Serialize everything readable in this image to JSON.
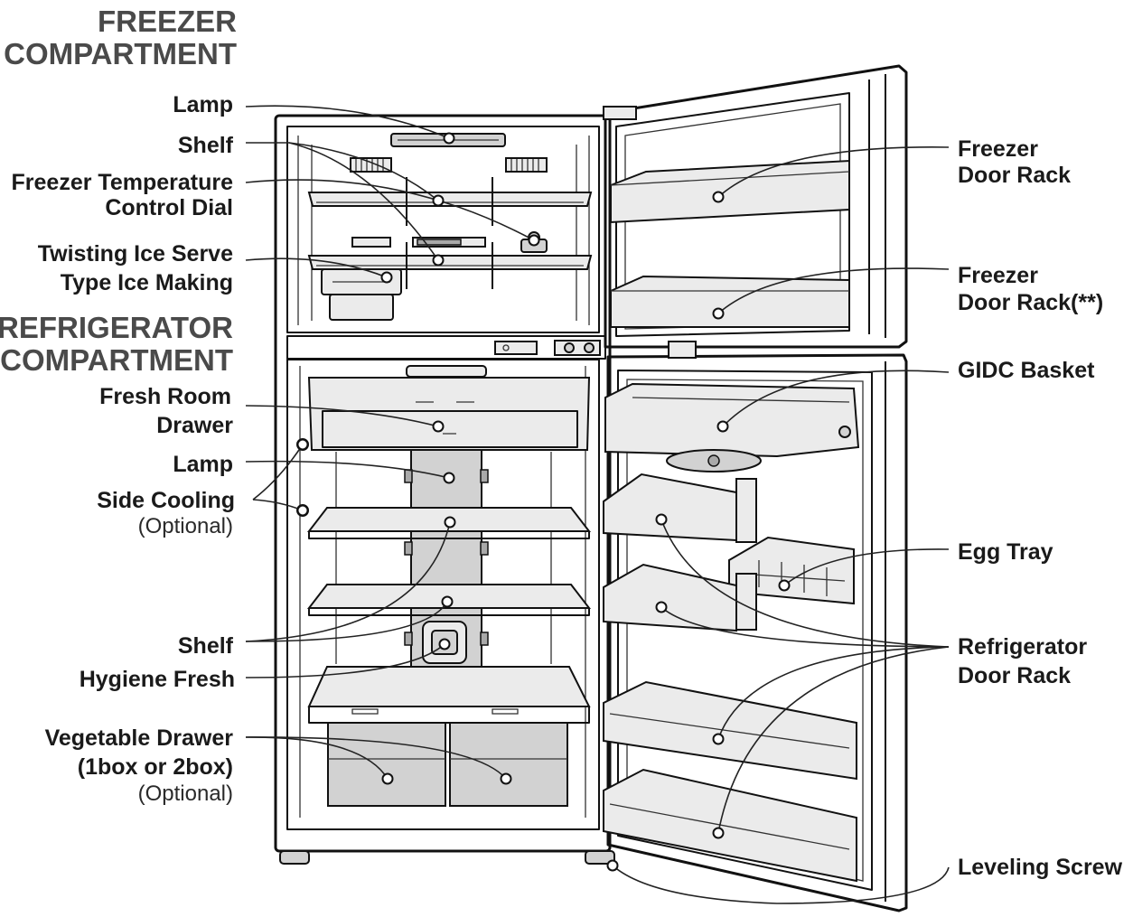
{
  "headings": {
    "freezer": [
      "FREEZER",
      "COMPARTMENT"
    ],
    "refrigerator": [
      "REFRIGERATOR",
      "COMPARTMENT"
    ]
  },
  "left_labels": {
    "lamp_top": "Lamp",
    "shelf_top": "Shelf",
    "temp_dial": [
      "Freezer Temperature",
      "Control Dial"
    ],
    "ice_making": [
      "Twisting Ice Serve",
      "Type Ice Making"
    ],
    "fresh_room": [
      "Fresh Room",
      "Drawer"
    ],
    "lamp_bottom": "Lamp",
    "side_cooling": "Side Cooling",
    "side_cooling_note": "(Optional)",
    "shelf_bottom": "Shelf",
    "hygiene_fresh": "Hygiene Fresh",
    "vegetable_drawer": [
      "Vegetable Drawer",
      "(1box or 2box)"
    ],
    "vegetable_note": "(Optional)"
  },
  "right_labels": {
    "freezer_door_rack": [
      "Freezer",
      "Door Rack"
    ],
    "freezer_door_rack_opt": [
      "Freezer",
      "Door Rack(**)"
    ],
    "gidc_basket": "GIDC Basket",
    "egg_tray": "Egg Tray",
    "refrigerator_door_rack": [
      "Refrigerator",
      "Door Rack"
    ],
    "leveling_screw": "Leveling Screw"
  }
}
